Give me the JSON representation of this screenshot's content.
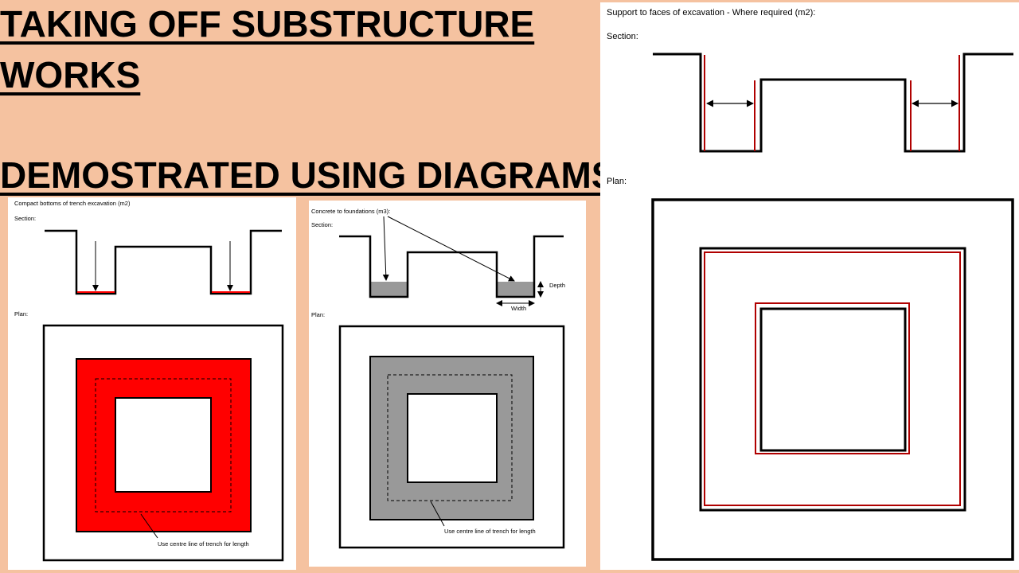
{
  "title": {
    "line1": "TAKING OFF SUBSTRUCTURE",
    "line2": "WORKS",
    "line3": "DEMOSTRATED USING DIAGRAMS"
  },
  "panel_compact": {
    "heading": "Compact bottoms of trench excavation (m2)",
    "section_label": "Section:",
    "plan_label": "Plan:",
    "note": "Use centre line of trench for length",
    "fill_color": "#FF0000"
  },
  "panel_concrete": {
    "heading": "Concrete to foundations (m3):",
    "section_label": "Section:",
    "plan_label": "Plan:",
    "depth_label": "Depth",
    "width_label": "Width",
    "note": "Use centre line of trench for length",
    "fill_color": "#999999"
  },
  "panel_support": {
    "heading": "Support to faces of excavation - Where required (m2):",
    "section_label": "Section:",
    "plan_label": "Plan:",
    "support_color": "#B00000"
  }
}
